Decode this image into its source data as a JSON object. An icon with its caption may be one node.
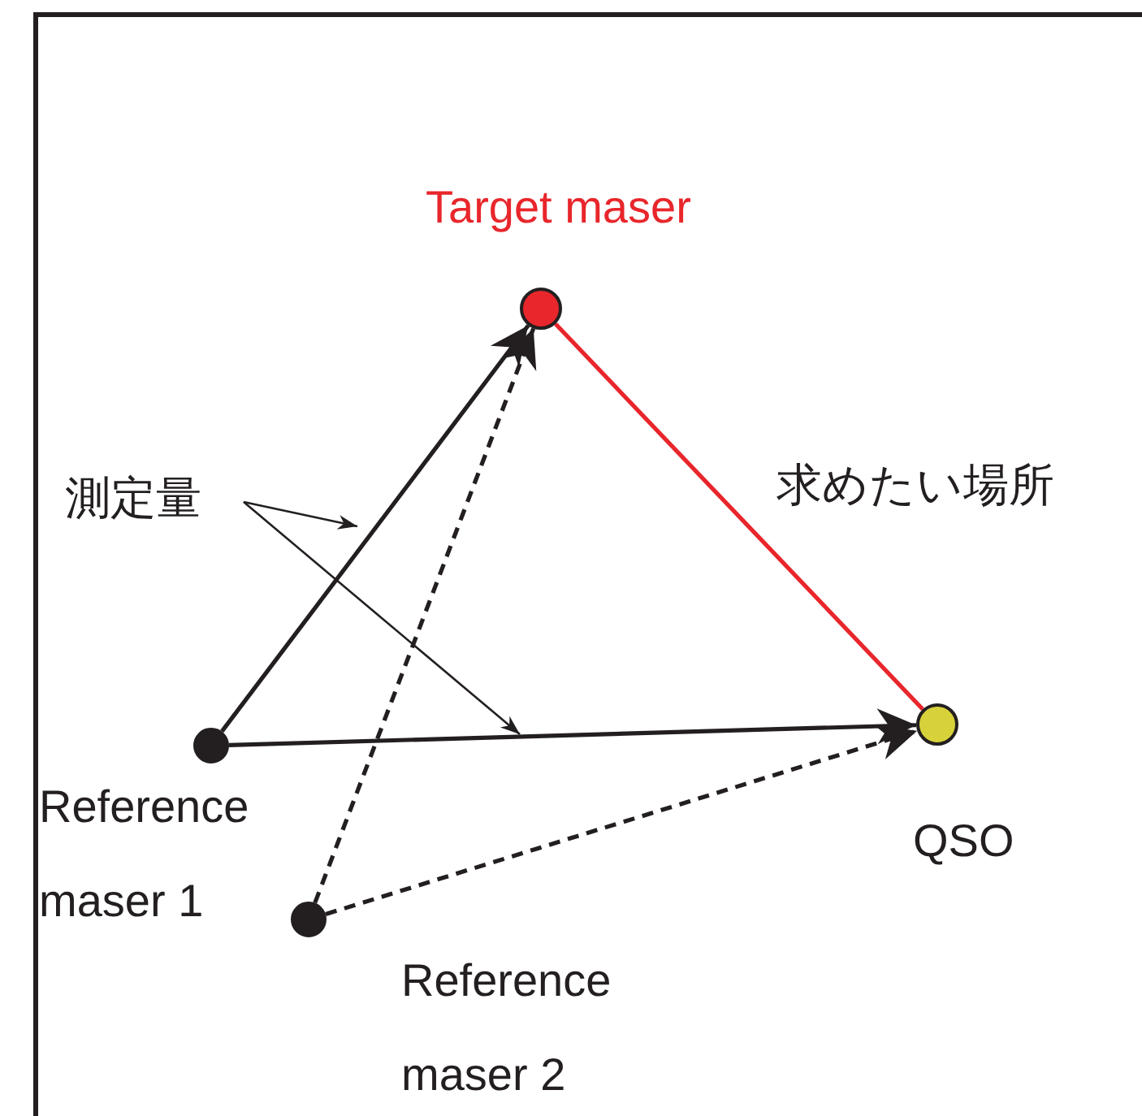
{
  "diagram": {
    "nodes": [
      {
        "text": [],
        "shape": "circle",
        "beside": [
          "Target maser"
        ]
      },
      {
        "text": [],
        "shape": "circle",
        "beside": [
          "Reference maser 1"
        ]
      },
      {
        "text": [],
        "shape": "circle",
        "beside": [
          "Reference maser 2"
        ]
      },
      {
        "text": [],
        "shape": "circle",
        "beside": [
          "QSO"
        ]
      },
      {
        "text": [
          "測定量"
        ]
      }
    ],
    "edges": [
      {
        "from": 1,
        "to": 0,
        "arrow": "to"
      },
      {
        "from": 2,
        "to": 0,
        "arrow": "to",
        "style": "dashed"
      },
      {
        "from": 1,
        "to": 3,
        "arrow": "to"
      },
      {
        "from": 2,
        "to": 3,
        "arrow": "to",
        "style": "dashed"
      },
      {
        "from": 0,
        "to": 3,
        "arrow": "none",
        "color": "#e8262b"
      },
      {
        "from": 4,
        "to": null,
        "arrow": "to"
      },
      {
        "from": 4,
        "to": null,
        "arrow": "to"
      }
    ],
    "labels": [
      "求めたい場所"
    ]
  }
}
